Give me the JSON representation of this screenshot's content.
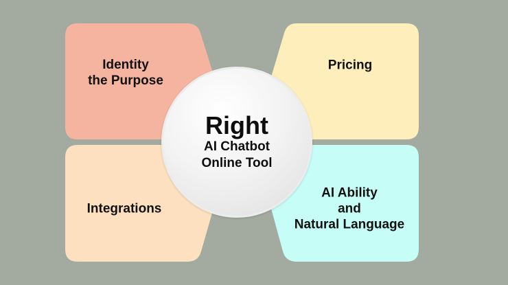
{
  "diagram": {
    "center": {
      "title": "Right",
      "subtitle_line1": "AI Chatbot",
      "subtitle_line2": "Online Tool"
    },
    "quadrants": [
      {
        "id": "top-left",
        "line1": "Identity",
        "line2": "the Purpose",
        "color": "#f5b49f"
      },
      {
        "id": "top-right",
        "line1": "Pricing",
        "color": "#feeebb"
      },
      {
        "id": "bottom-left",
        "line1": "Integrations",
        "color": "#fde0bf"
      },
      {
        "id": "bottom-right",
        "line1": "AI Ability",
        "line2": "and",
        "line3": "Natural Language",
        "color": "#c6fdf6"
      }
    ],
    "colors": {
      "background": "#a3aba0",
      "circle_border": "#ececec"
    }
  }
}
